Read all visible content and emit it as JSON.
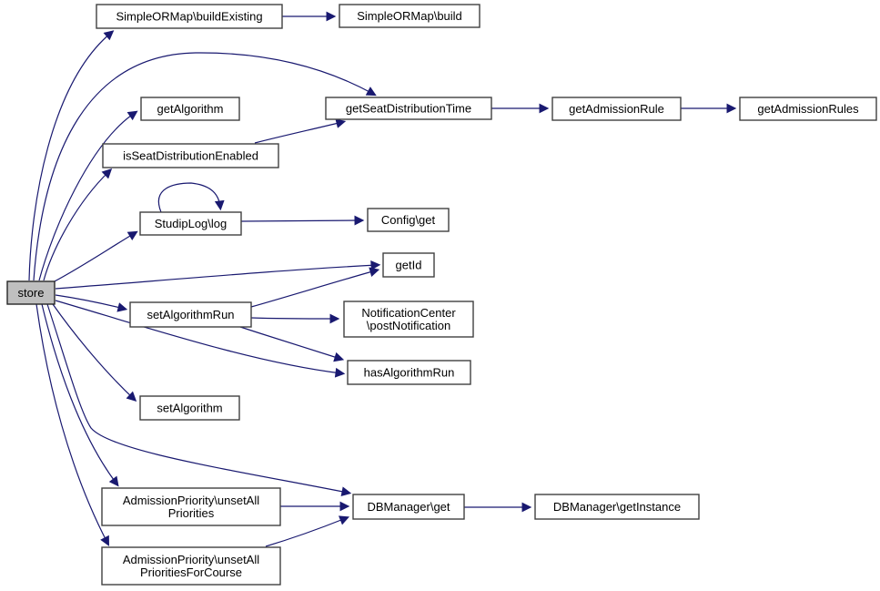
{
  "diagram": {
    "type": "call-graph",
    "colors": {
      "background": "#ffffff",
      "edge": "#191970",
      "node_border": "#404040",
      "node_fill": "#ffffff",
      "highlight_fill": "#bfbfbf",
      "text": "#000000"
    },
    "nodes": [
      {
        "id": "store",
        "lines": [
          "store"
        ],
        "highlighted": true
      },
      {
        "id": "buildExisting",
        "lines": [
          "SimpleORMap\\buildExisting"
        ]
      },
      {
        "id": "build",
        "lines": [
          "SimpleORMap\\build"
        ]
      },
      {
        "id": "getAlgorithm",
        "lines": [
          "getAlgorithm"
        ]
      },
      {
        "id": "getSeatDistributionTime",
        "lines": [
          "getSeatDistributionTime"
        ]
      },
      {
        "id": "getAdmissionRule",
        "lines": [
          "getAdmissionRule"
        ]
      },
      {
        "id": "getAdmissionRules",
        "lines": [
          "getAdmissionRules"
        ]
      },
      {
        "id": "isSeatDistributionEnabled",
        "lines": [
          "isSeatDistributionEnabled"
        ]
      },
      {
        "id": "studipLogLog",
        "lines": [
          "StudipLog\\log"
        ]
      },
      {
        "id": "configGet",
        "lines": [
          "Config\\get"
        ]
      },
      {
        "id": "getId",
        "lines": [
          "getId"
        ]
      },
      {
        "id": "setAlgorithmRun",
        "lines": [
          "setAlgorithmRun"
        ]
      },
      {
        "id": "notificationCenterPostNotification",
        "lines": [
          "NotificationCenter",
          "\\postNotification"
        ]
      },
      {
        "id": "hasAlgorithmRun",
        "lines": [
          "hasAlgorithmRun"
        ]
      },
      {
        "id": "setAlgorithm",
        "lines": [
          "setAlgorithm"
        ]
      },
      {
        "id": "unsetAllPriorities",
        "lines": [
          "AdmissionPriority\\unsetAll",
          "Priorities"
        ]
      },
      {
        "id": "unsetAllPrioritiesForCourse",
        "lines": [
          "AdmissionPriority\\unsetAll",
          "PrioritiesForCourse"
        ]
      },
      {
        "id": "dbManagerGet",
        "lines": [
          "DBManager\\get"
        ]
      },
      {
        "id": "dbManagerGetInstance",
        "lines": [
          "DBManager\\getInstance"
        ]
      }
    ],
    "edges": [
      {
        "from": "store",
        "to": "buildExisting"
      },
      {
        "from": "store",
        "to": "getSeatDistributionTime"
      },
      {
        "from": "store",
        "to": "getAlgorithm"
      },
      {
        "from": "store",
        "to": "isSeatDistributionEnabled"
      },
      {
        "from": "store",
        "to": "studipLogLog"
      },
      {
        "from": "store",
        "to": "getId"
      },
      {
        "from": "store",
        "to": "setAlgorithmRun"
      },
      {
        "from": "store",
        "to": "hasAlgorithmRun"
      },
      {
        "from": "store",
        "to": "setAlgorithm"
      },
      {
        "from": "store",
        "to": "dbManagerGet"
      },
      {
        "from": "store",
        "to": "unsetAllPriorities"
      },
      {
        "from": "store",
        "to": "unsetAllPrioritiesForCourse"
      },
      {
        "from": "buildExisting",
        "to": "build"
      },
      {
        "from": "getSeatDistributionTime",
        "to": "getAdmissionRule"
      },
      {
        "from": "getAdmissionRule",
        "to": "getAdmissionRules"
      },
      {
        "from": "isSeatDistributionEnabled",
        "to": "getSeatDistributionTime"
      },
      {
        "from": "studipLogLog",
        "to": "studipLogLog"
      },
      {
        "from": "studipLogLog",
        "to": "configGet"
      },
      {
        "from": "setAlgorithmRun",
        "to": "getId"
      },
      {
        "from": "setAlgorithmRun",
        "to": "notificationCenterPostNotification"
      },
      {
        "from": "setAlgorithmRun",
        "to": "hasAlgorithmRun"
      },
      {
        "from": "unsetAllPriorities",
        "to": "dbManagerGet"
      },
      {
        "from": "unsetAllPrioritiesForCourse",
        "to": "dbManagerGet"
      },
      {
        "from": "dbManagerGet",
        "to": "dbManagerGetInstance"
      }
    ]
  }
}
